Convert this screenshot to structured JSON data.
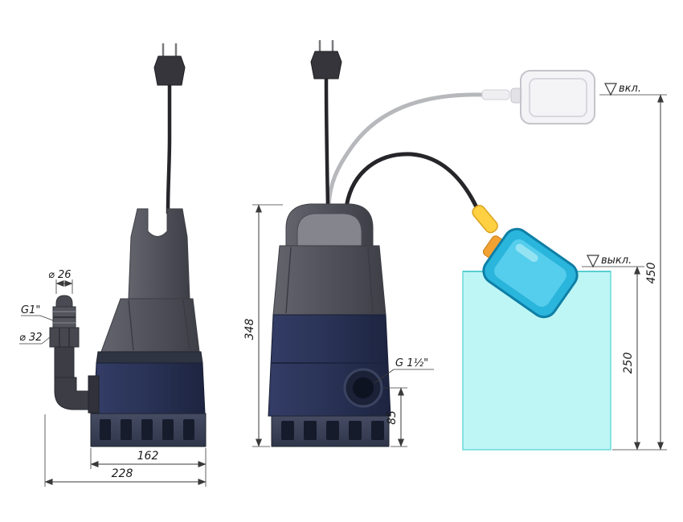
{
  "diagram": {
    "type": "technical-drawing",
    "subject": "Submersible drainage pump with float switch - dimensional drawing, two views",
    "views": {
      "side_view": {
        "dim_spout_outer": "⌀ 26",
        "dim_thread": "G1\"",
        "dim_spout_nut": "⌀ 32",
        "dim_base_width": "162",
        "dim_overall_width": "228"
      },
      "front_view": {
        "dim_height": "348",
        "dim_outlet_thread": "G 1½\"",
        "dim_outlet_height": "85"
      },
      "float_switch": {
        "label_on": "вкл.",
        "label_off": "выкл.",
        "dim_on_level": "450",
        "dim_off_level": "250"
      }
    },
    "colors": {
      "pump_body": "#283153",
      "pump_housing": "#4c4d55",
      "handle": "#5d5e66",
      "water": "#aef4f2",
      "float": "#2ab5dc",
      "float_collar": "#f2a133",
      "cable_black": "#26262a",
      "cable_gray": "#b7b8bc",
      "dimension_lines": "#3a3a3a"
    }
  }
}
